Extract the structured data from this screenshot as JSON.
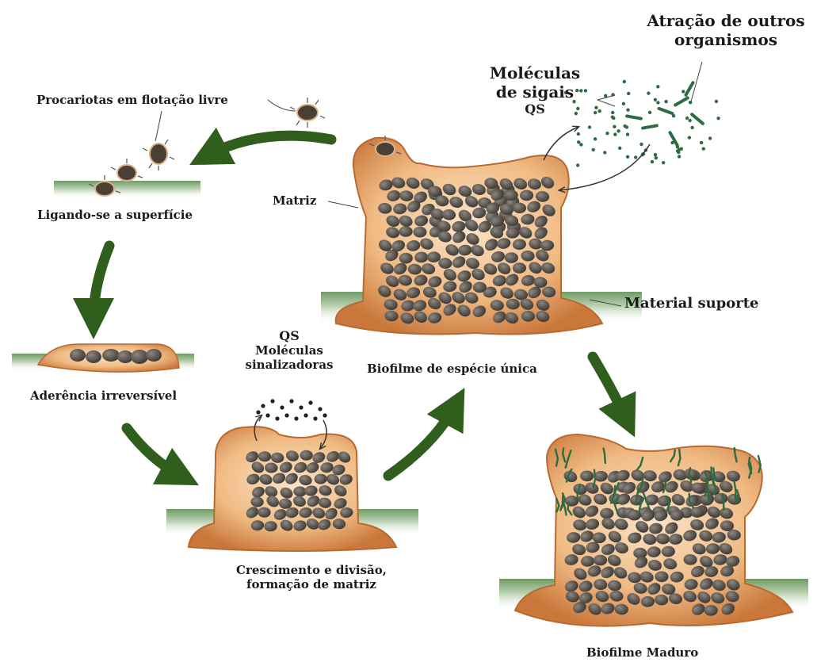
{
  "labels": {
    "free_floating": "Procariotas em flotação livre",
    "attaching": "Ligando-se a superfície",
    "irreversible": "Aderência irreversível",
    "growth_line1": "Crescimento e divisão,",
    "growth_line2": "formação de matriz",
    "qs_small": "QS",
    "signal_molecules_line1": "Moléculas",
    "signal_molecules_line2": "sinalizadoras",
    "matrix": "Matriz",
    "qs_molecules_line1": "Moléculas",
    "qs_molecules_line2": "de sigais",
    "qs_molecules_line3": "QS",
    "attraction_line1": "Atração de outros",
    "attraction_line2": "organismos",
    "support_material": "Material suporte",
    "single_species": "Biofilme de espécie única",
    "mature": "Biofilme Maduro"
  },
  "colors": {
    "arrow": "#2f5e1d",
    "matrix_outer": "#d98a45",
    "matrix_inner": "#f3c797",
    "cell": "#4e4a45",
    "surface": "#9dbb92",
    "other_organisms": "#2e6b40"
  }
}
